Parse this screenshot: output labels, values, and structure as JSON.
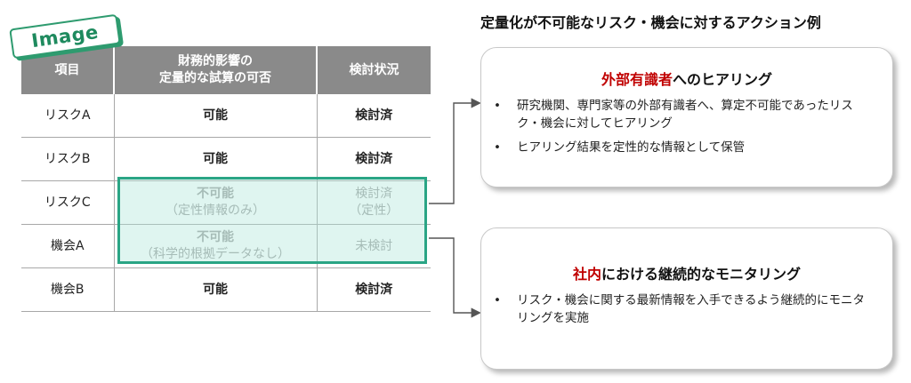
{
  "badge_label": "Image",
  "table": {
    "headers": [
      "項目",
      "財務的影響の\n定量的な試算の可否",
      "検討状況"
    ],
    "rows": [
      {
        "item": "リスクA",
        "feasibility": "可能",
        "feasibility_note": "",
        "status": "検討済",
        "status_note": "",
        "highlighted": false
      },
      {
        "item": "リスクB",
        "feasibility": "可能",
        "feasibility_note": "",
        "status": "検討済",
        "status_note": "",
        "highlighted": false
      },
      {
        "item": "リスクC",
        "feasibility": "不可能",
        "feasibility_note": "（定性情報のみ）",
        "status": "検討済",
        "status_note": "（定性）",
        "highlighted": true
      },
      {
        "item": "機会A",
        "feasibility": "不可能",
        "feasibility_note": "（科学的根拠データなし）",
        "status": "未検討",
        "status_note": "",
        "highlighted": true
      },
      {
        "item": "機会B",
        "feasibility": "可能",
        "feasibility_note": "",
        "status": "検討済",
        "status_note": "",
        "highlighted": false
      }
    ]
  },
  "right_title": "定量化が不可能なリスク・機会に対するアクション例",
  "cards": [
    {
      "title_highlight": "外部有識者",
      "title_rest": "へのヒアリング",
      "bullets": [
        "研究機関、専門家等の外部有識者へ、算定不可能であったリスク・機会に対してヒアリング",
        "ヒアリング結果を定性的な情報として保管"
      ]
    },
    {
      "title_highlight": "社内",
      "title_rest": "における継続的なモニタリング",
      "bullets": [
        "リスク・機会に関する最新情報を入手できるよう継続的にモニタリングを実施"
      ]
    }
  ],
  "bullet_char": "•",
  "colors": {
    "header_bg": "#8a8a8a",
    "highlight_border": "#2aa585",
    "accent_red": "#c00000",
    "badge_green": "#2e9b6f"
  }
}
